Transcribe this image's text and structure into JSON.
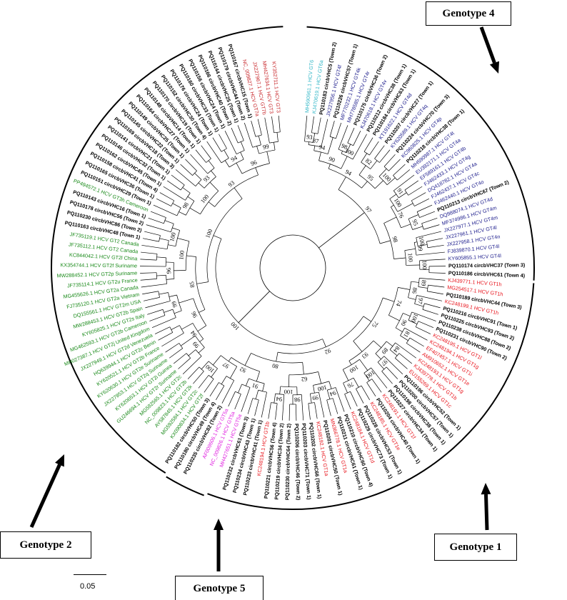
{
  "genotype_labels": {
    "gt1": "Genotype 1",
    "gt2": "Genotype 2",
    "gt4": "Genotype 4",
    "gt5": "Genotype 5"
  },
  "scale_bar_label": "0.05",
  "colors": {
    "gt1": "#e8131b",
    "gt2": "#1a8a1a",
    "gt3": "#1e8ce0",
    "gt4": "#1c1c8c",
    "gt5": "#e020e0",
    "gt6": "#34b8c8",
    "gt7": "#c8282c",
    "study": "#000000"
  },
  "bootstrap_values": [
    "100",
    "92",
    "100",
    "97",
    "85",
    "75",
    "80",
    "93",
    "94",
    "98",
    "96",
    "93",
    "92",
    "74",
    "62",
    "100",
    "100",
    "96",
    "90",
    "76",
    "95",
    "94",
    "100",
    "100",
    "97",
    "94",
    "86",
    "90",
    "89",
    "100",
    "100",
    "91",
    "99",
    "96",
    "100",
    "98",
    "93",
    "94",
    "99",
    "100",
    "99",
    "87",
    "100",
    "82",
    "100",
    "95",
    "99",
    "76",
    "100",
    "93",
    "98",
    "91",
    "100",
    "100",
    "89",
    "97",
    "100",
    "81",
    "84",
    "97",
    "100",
    "94",
    "99",
    "98",
    "94"
  ],
  "tips": [
    {
      "label": "MH590961.1 HCV GT6",
      "group": "gt6"
    },
    {
      "label": "KJ470619.1 HCV GT6a",
      "group": "gt6"
    },
    {
      "label": "PQ110183 circbVHC5 (Town 2)",
      "group": "study"
    },
    {
      "label": "JX227956.1 HCV GT4f",
      "group": "gt4"
    },
    {
      "label": "PQ110226 circbVHC57 (Town 1)",
      "group": "study"
    },
    {
      "label": "MF770232.1 HCV GT4k",
      "group": "gt4"
    },
    {
      "label": "MH778585.1 HCV GT4r",
      "group": "gt4"
    },
    {
      "label": "PQ110175 circbVHC36 (Town 2)",
      "group": "study"
    },
    {
      "label": "KJ470618.1 HCV GT4v",
      "group": "gt4"
    },
    {
      "label": "PQ110212 circbVHC38 (Town 1)",
      "group": "study"
    },
    {
      "label": "PQ110184 circbVHC63 (Town 1)",
      "group": "study"
    },
    {
      "label": "KT191622.1 HCV GT4d",
      "group": "gt4"
    },
    {
      "label": "PQ110207 circbVHC27 (Town 1)",
      "group": "study"
    },
    {
      "label": "KY620589.1 HCV GT4q",
      "group": "gt4"
    },
    {
      "label": "PQ110224 circbVHC70 (Town 3)",
      "group": "study"
    },
    {
      "label": "KC960825.1 HCV GT4p",
      "group": "gt4"
    },
    {
      "label": "PQ110218 circbVHC38 (Town 1)",
      "group": "study"
    },
    {
      "label": "MH590987.1 HCV GT4t",
      "group": "gt4"
    },
    {
      "label": "EU392171.1 HCV GT4a",
      "group": "gt4"
    },
    {
      "label": "EF589161.1 HCV GT4b",
      "group": "gt4"
    },
    {
      "label": "FJ462433.1 HCV GT4g",
      "group": "gt4"
    },
    {
      "label": "DQ418782.1 HCV GT4a",
      "group": "gt4"
    },
    {
      "label": "FJ462437.1 HCV GT4c",
      "group": "gt4"
    },
    {
      "label": "FJ462440.1 HCV GT4o",
      "group": "gt4"
    },
    {
      "label": "PQ110213 circbVHC67 (Town 2)",
      "group": "study"
    },
    {
      "label": "DQ988074.1 HCV GT4d",
      "group": "gt4"
    },
    {
      "label": "MF374986.1 HCV GT4m",
      "group": "gt4"
    },
    {
      "label": "JX227977.1 HCV GT4m",
      "group": "gt4"
    },
    {
      "label": "JX227961.1 HCV GT4l",
      "group": "gt4"
    },
    {
      "label": "JX227958.1 HCV GT4n",
      "group": "gt4"
    },
    {
      "label": "FJ839870.1 HCV GT4l",
      "group": "gt4"
    },
    {
      "label": "KY605855.1 HCV GT4l",
      "group": "gt4"
    },
    {
      "label": "PQ110174 circbVHC37 (Town 3)",
      "group": "study"
    },
    {
      "label": "PQ110186 circbVHC61 (Town 4)",
      "group": "study"
    },
    {
      "label": "KJ439771.1 HCV GT1h",
      "group": "gt1"
    },
    {
      "label": "MG254517.1 HCV GT1h",
      "group": "gt1"
    },
    {
      "label": "PQ110189 circbVHC44 (Town 3)",
      "group": "study"
    },
    {
      "label": "KC248199.1 HCV GT1h",
      "group": "gt1"
    },
    {
      "label": "PQ110216 circbVHC91 (Town 1)",
      "group": "study"
    },
    {
      "label": "PQ110225 circbVHC93 (Town 2)",
      "group": "study"
    },
    {
      "label": "PQ110238 circbVHC88 (Town 2)",
      "group": "study"
    },
    {
      "label": "PQ110231 circbVHC90 (Town 2)",
      "group": "study"
    },
    {
      "label": "KC248195.1 HCV GT1l",
      "group": "gt1"
    },
    {
      "label": "KC248194.1 HCV GT1g",
      "group": "gt1"
    },
    {
      "label": "EF407457.1 HCV GT1i",
      "group": "gt1"
    },
    {
      "label": "AM910652.1 HCV GT1e",
      "group": "gt1"
    },
    {
      "label": "KC248193.1 HCV GT1g",
      "group": "gt1"
    },
    {
      "label": "KJ439778.1 HCV GT1b",
      "group": "gt1"
    },
    {
      "label": "EU155269.1 HCV GT1c",
      "group": "gt1"
    },
    {
      "label": "PQ110196 circbVHC52 (Town 1)",
      "group": "study"
    },
    {
      "label": "PQ110200 circbVHC57 (Town 1)",
      "group": "study"
    },
    {
      "label": "PQ110198 circbVHC38 (Town 1)",
      "group": "study"
    },
    {
      "label": "PQ110227 circbVHC34 (Town 1)",
      "group": "study"
    },
    {
      "label": "KC248191.1 HCV GT1f",
      "group": "gt1"
    },
    {
      "label": "PQ110204 circbVHC40 (Town 1)",
      "group": "study"
    },
    {
      "label": "KC248185.1 HCV GT1e",
      "group": "gt1"
    },
    {
      "label": "PQ110228 circbVHC53 (Town 1)",
      "group": "study"
    },
    {
      "label": "PQ110229 circbVHC73 (Town 1)",
      "group": "study"
    },
    {
      "label": "KC248184.1 HCV GT1d",
      "group": "gt1"
    },
    {
      "label": "PQ110210 circbVHC60 (Town 4)",
      "group": "study"
    },
    {
      "label": "PQ110211 circbVHC61 (Town 1)",
      "group": "study"
    },
    {
      "label": "MN366778.1 HCV GT1a",
      "group": "gt1"
    },
    {
      "label": "PQ110201 circbVHC50 (Town 1)",
      "group": "study"
    },
    {
      "label": "KC248192.1 HCV GT1a",
      "group": "gt1"
    },
    {
      "label": "PQ110202 circbVHC66 (Town 1)",
      "group": "study"
    },
    {
      "label": "PQ110203 circbVHC71 (Town 1)",
      "group": "study"
    },
    {
      "label": "PQ110206 circbVHC46 (Town 2)",
      "group": "study"
    },
    {
      "label": "PQ110230 circbVHC64 (Town 2)",
      "group": "study"
    },
    {
      "label": "PQ110219 circbVHC34 (Town 2)",
      "group": "study"
    },
    {
      "label": "PQ110221 circbVHC56 (Town 4)",
      "group": "study"
    },
    {
      "label": "KC248194.1 HCV GT1b",
      "group": "gt1"
    },
    {
      "label": "PQ110233 circbVHC41 (Town 1)",
      "group": "study"
    },
    {
      "label": "PQ110234 circbVHC43 (Town 1)",
      "group": "study"
    },
    {
      "label": "PQ110232 circbVHC61 (Town 3)",
      "group": "study"
    },
    {
      "label": "MH427651.1 HCV GT5a",
      "group": "gt5"
    },
    {
      "label": "NC_009826.1 HCV GT5a",
      "group": "gt5"
    },
    {
      "label": "AF009606.1 HCV GT5a",
      "group": "gt5"
    },
    {
      "label": "PQ110235 circbVHC82 (Town 2)",
      "group": "study"
    },
    {
      "label": "PQ110180 circbVHC49 (Town 4)",
      "group": "study"
    },
    {
      "label": "PQ110182 circbVHC50 (Town 3)",
      "group": "study"
    },
    {
      "label": "KX090834.1 HCV GT2f",
      "group": "gt2"
    },
    {
      "label": "MG592584.1 HCV GT2c",
      "group": "gt2"
    },
    {
      "label": "AY587845.1 HCV GT2k",
      "group": "gt2"
    },
    {
      "label": "NC_009823.1 HCV GT2b",
      "group": "gt2"
    },
    {
      "label": "MG592565.1 HCV GT2c",
      "group": "gt2"
    },
    {
      "label": "GU246694.1 HCV GT2r Suriname",
      "group": "gt2"
    },
    {
      "label": "KY620653.1 HCV GT2i Guinea",
      "group": "gt2"
    },
    {
      "label": "JX227953.1 HCV GT2q Suriname",
      "group": "gt2"
    },
    {
      "label": "KY620630.1 HCV GT2e Suriname",
      "group": "gt2"
    },
    {
      "label": "KY620521.1 HCV GT2b France",
      "group": "gt2"
    },
    {
      "label": "HQ639944.1 HCV GT2c Benin",
      "group": "gt2"
    },
    {
      "label": "JX227949.1 HCV GT2d Venezuela",
      "group": "gt2"
    },
    {
      "label": "MH027387.1 HCV GT2j United Kingdom",
      "group": "gt2"
    },
    {
      "label": "MG462593.1 HCV GT2b Cameroon",
      "group": "gt2"
    },
    {
      "label": "KY605825.1 HCV GT2s Italy",
      "group": "gt2"
    },
    {
      "label": "MW288453.1 HCV GT2b Spain",
      "group": "gt2"
    },
    {
      "label": "DQ155561.1 HCV GT2m USA",
      "group": "gt2"
    },
    {
      "label": "FJ735120.1 HCV GT2a Vietnam",
      "group": "gt2"
    },
    {
      "label": "MG455626.1 HCV GT2a Canada",
      "group": "gt2"
    },
    {
      "label": "JF735114.1 HCV GT2u France",
      "group": "gt2"
    },
    {
      "label": "MW288452.1 HCV GT2p Suriname",
      "group": "gt2"
    },
    {
      "label": "KX354744.1 HCV GT2f Suriname",
      "group": "gt2"
    },
    {
      "label": "KC844042.1 HCV GT2l China",
      "group": "gt2"
    },
    {
      "label": "JF735112.1 HCV GT2 Canada",
      "group": "gt2"
    },
    {
      "label": "JF735119.1 HCV GT2 Canada",
      "group": "gt2"
    },
    {
      "label": "PQ110163 circbVHC48 (Town 1)",
      "group": "study"
    },
    {
      "label": "PQ110230 circbVHC86 (Town 2)",
      "group": "study"
    },
    {
      "label": "PQ110178 circbVHC56 (Town 2)",
      "group": "study"
    },
    {
      "label": "PQ110143 circbVHC16 (Town 1)",
      "group": "study"
    },
    {
      "label": "PP494572.1 HCV GT3h Cameroon",
      "group": "gt2"
    },
    {
      "label": "PQ110151 circbVHC29 (Town 1)",
      "group": "study"
    },
    {
      "label": "PQ110165 circbVHC36 (Town 1)",
      "group": "study"
    },
    {
      "label": "PQ110158 circbVHC41 (Town 4)",
      "group": "study"
    },
    {
      "label": "PQ110162 circbVHC45 (Town 1)",
      "group": "study"
    },
    {
      "label": "PQ110146 circbVHC32 (Town 1)",
      "group": "study"
    },
    {
      "label": "PQ110141 circbVHC21 (Town 1)",
      "group": "study"
    },
    {
      "label": "PQ110169 circbVHC18 (Town 3)",
      "group": "study"
    },
    {
      "label": "PQ110145 circbVHC22 (Town 1)",
      "group": "study"
    },
    {
      "label": "PQ110149 circbVHC25 (Town 1)",
      "group": "study"
    },
    {
      "label": "PQ110164 circbVHC27 (Town 1)",
      "group": "study"
    },
    {
      "label": "PQ110148 circbVHC14 (Town 1)",
      "group": "study"
    },
    {
      "label": "PQ110170 circbVHC19 (Town 1)",
      "group": "study"
    },
    {
      "label": "PQ110152 circbVHC30 (Town 4)",
      "group": "study"
    },
    {
      "label": "PQ110176 circbVHC24 (Town 1)",
      "group": "study"
    },
    {
      "label": "PQ110160 circbVHC33 (Town 1)",
      "group": "study"
    },
    {
      "label": "PQ110156 circbVHC24 (Town 1)",
      "group": "study"
    },
    {
      "label": "PQ110166 circbVHC40 (Town 2)",
      "group": "study"
    },
    {
      "label": "PQ110144 circbVHC25 (Town 1)",
      "group": "study"
    },
    {
      "label": "PQ110179 circbVHC44 (Town 2)",
      "group": "study"
    },
    {
      "label": "PQ110167 circbVHC15 (Town 1)",
      "group": "study"
    },
    {
      "label": "NC_009827.1 HCV GT7a",
      "group": "gt7"
    },
    {
      "label": "JX227967.1 HCV GT7b",
      "group": "gt7"
    },
    {
      "label": "MH427634.1 HCV GT3",
      "group": "gt7"
    },
    {
      "label": "KY352711.1 HCV GT3",
      "group": "gt7"
    }
  ]
}
